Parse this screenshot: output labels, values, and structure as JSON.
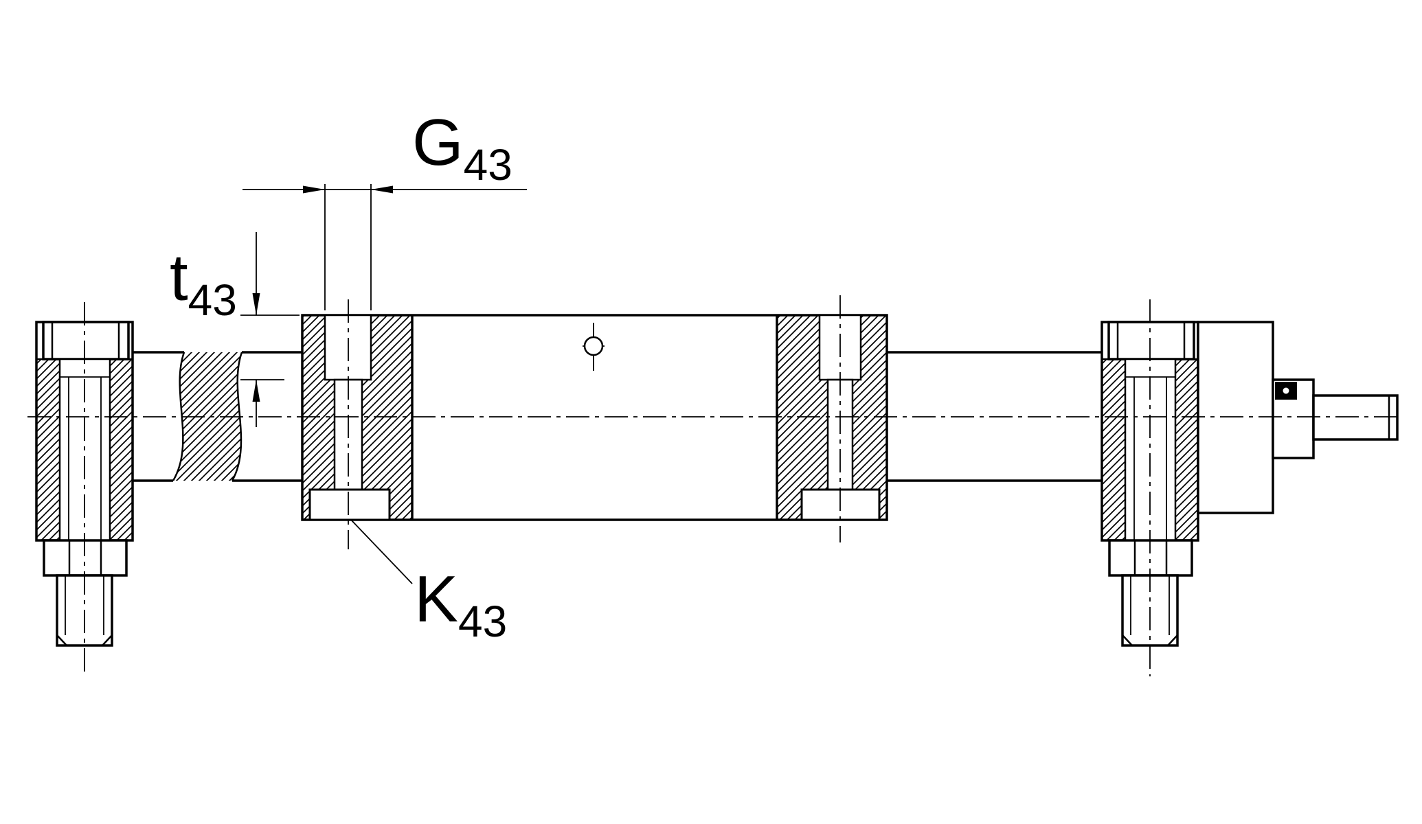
{
  "page": {
    "background": "#ffffff",
    "line_color": "#000000",
    "description": "Technical section drawing of a double rod-end cylinder with foot mounting brackets"
  },
  "annotations": {
    "g": {
      "label": "G",
      "subscript": "43"
    },
    "t": {
      "label": "t",
      "subscript": "43"
    },
    "k": {
      "label": "K",
      "subscript": "43"
    }
  }
}
